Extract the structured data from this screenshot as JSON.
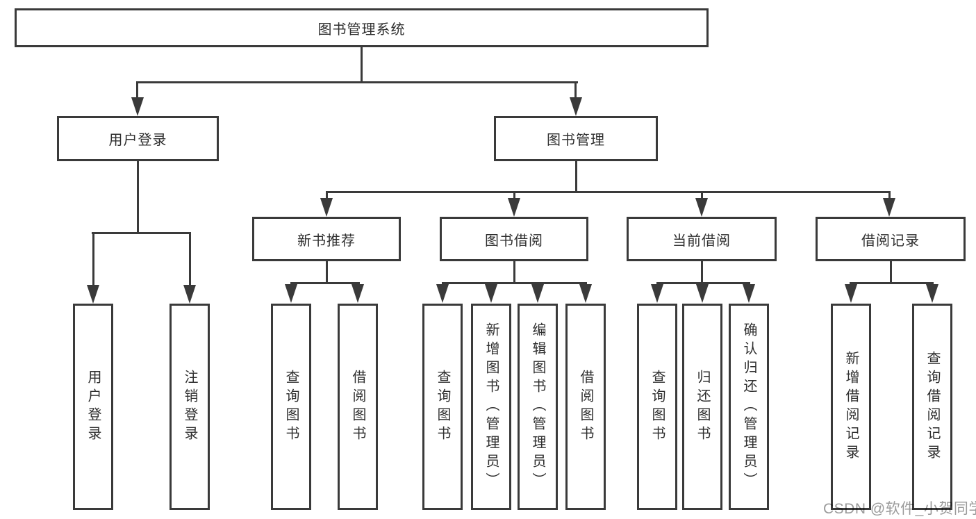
{
  "colors": {
    "line": "#3a3a3a",
    "text": "#2f2f2f",
    "background": "#ffffff",
    "watermark": "#9b9b9b"
  },
  "tree": {
    "root": {
      "label": "图书管理系统"
    },
    "branches": [
      {
        "label": "用户登录",
        "children": [
          {
            "label": "用户登录"
          },
          {
            "label": "注销登录"
          }
        ]
      },
      {
        "label": "图书管理",
        "sections": [
          {
            "label": "新书推荐",
            "children": [
              {
                "label": "查询图书"
              },
              {
                "label": "借阅图书"
              }
            ]
          },
          {
            "label": "图书借阅",
            "children": [
              {
                "label": "查询图书"
              },
              {
                "label": "新增图书（管理员）"
              },
              {
                "label": "编辑图书（管理员）"
              },
              {
                "label": "借阅图书"
              }
            ]
          },
          {
            "label": "当前借阅",
            "children": [
              {
                "label": "查询图书"
              },
              {
                "label": "归还图书"
              },
              {
                "label": "确认归还（管理员）"
              }
            ]
          },
          {
            "label": "借阅记录",
            "children": [
              {
                "label": "新增借阅记录"
              },
              {
                "label": "查询借阅记录"
              }
            ]
          }
        ]
      }
    ]
  },
  "watermark": "CSDN @软件_小贺同学"
}
